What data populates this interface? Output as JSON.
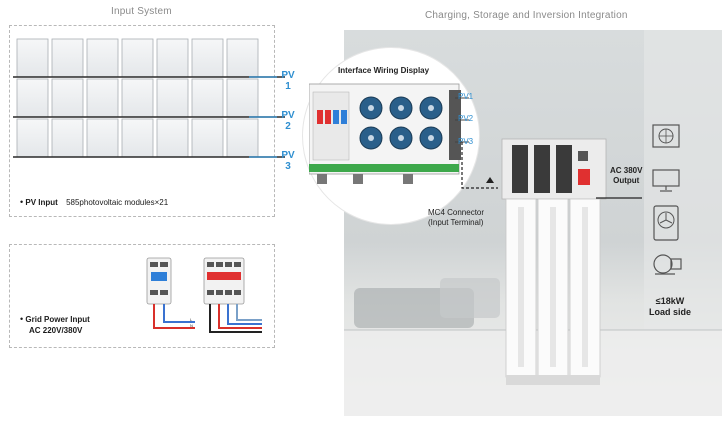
{
  "input_system": {
    "title": "Input System",
    "pv_strings": [
      "PV 1",
      "PV 2",
      "PV 3"
    ],
    "pv_input_label": "PV Input",
    "pv_modules_text": "585photovoltaic modules×21",
    "grid_label_line1": "Grid Power Input",
    "grid_label_line2": "AC 220V/380V"
  },
  "integration": {
    "title": "Charging, Storage and Inversion Integration",
    "wiring_title": "Interface Wiring Display",
    "wiring_pv_labels": [
      "PV1",
      "PV2",
      "PV3"
    ],
    "mc4_line1": "MC4 Connector",
    "mc4_line2": "(Input Terminal)",
    "output_line1": "AC 380V",
    "output_line2": "Output",
    "load_line1": "≤18kW",
    "load_line2": "Load side"
  },
  "colors": {
    "pv_blue": "#2f8fd0",
    "breaker_red": "#e03030",
    "breaker_blue": "#2f7fd8",
    "wire_red": "#d9302a",
    "wire_blue": "#3a72d0"
  },
  "icons": [
    "air-conditioner-icon",
    "monitor-icon",
    "fan-icon",
    "pump-icon"
  ]
}
